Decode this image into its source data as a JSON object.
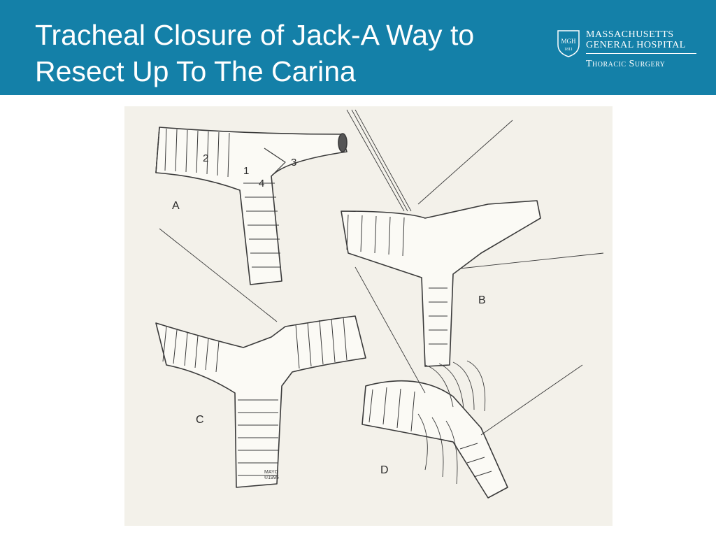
{
  "header": {
    "title_line1": "Tracheal Closure of Jack-A Way to",
    "title_line2": "Resect Up To The Carina",
    "bg_color": "#1480a8"
  },
  "logo": {
    "shield_text": "MGH",
    "shield_year": "1811",
    "hospital_line1": "MASSACHUSETTS",
    "hospital_line2": "GENERAL HOSPITAL",
    "department": "Thoracic Surgery"
  },
  "figure": {
    "panels": [
      {
        "label": "A"
      },
      {
        "label": "B"
      },
      {
        "label": "C"
      },
      {
        "label": "D"
      }
    ],
    "numbers": [
      "1",
      "2",
      "3",
      "4"
    ],
    "signature": {
      "line1": "MAYO",
      "line2": "©1995"
    }
  }
}
